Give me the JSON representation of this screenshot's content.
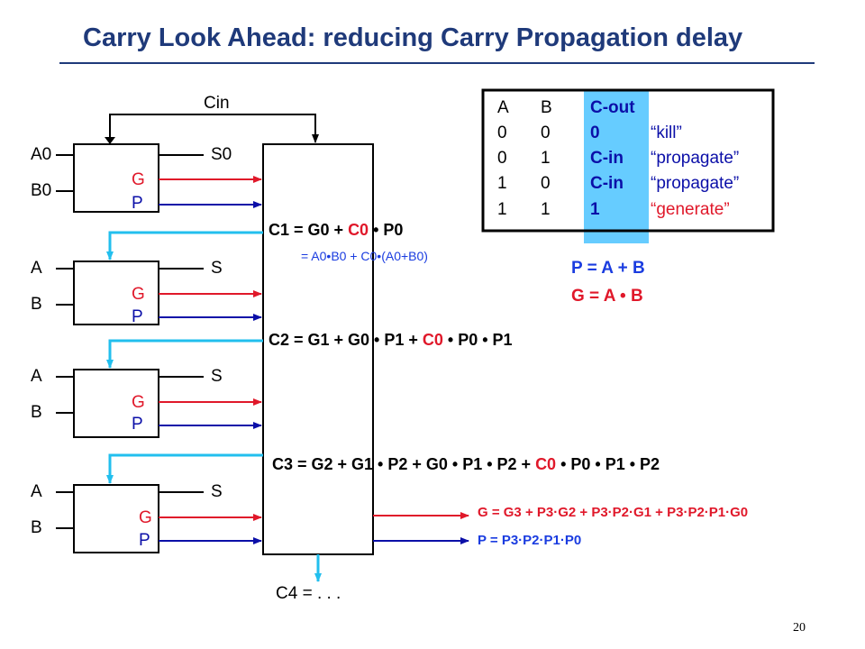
{
  "title": "Carry Look Ahead: reducing Carry Propagation delay",
  "labels": {
    "cin": "Cin",
    "c4": "C4 = . . .",
    "page_number": "20"
  },
  "adder_cells": [
    {
      "a": "A0",
      "b": "B0",
      "s": "S0",
      "g": "G",
      "p": "P"
    },
    {
      "a": "A",
      "b": "B",
      "s": "S",
      "g": "G",
      "p": "P"
    },
    {
      "a": "A",
      "b": "B",
      "s": "S",
      "g": "G",
      "p": "P"
    },
    {
      "a": "A",
      "b": "B",
      "s": "S",
      "g": "G",
      "p": "P"
    }
  ],
  "equations": {
    "c1": {
      "pre": "C1 = G0 + ",
      "red": "C0",
      "post": " • P0"
    },
    "c1_expand": "= A0•B0 + C0•(A0+B0)",
    "c2": {
      "pre": "C2 = G1 + G0 • P1 + ",
      "red": "C0",
      "post": " • P0 • P1"
    },
    "c3": {
      "pre": "C3 = G2 + G1 • P2 + G0 • P1 • P2 + ",
      "red": "C0",
      "post": " • P0 • P1 • P2"
    },
    "p_def": "P = A + B",
    "g_def": "G = A • B",
    "g_group": "G = G3 + P3·G2 + P3·P2·G1 + P3·P2·P1·G0",
    "p_group": "P = P3·P2·P1·P0"
  },
  "truth_table": {
    "headers": [
      "A",
      "B",
      "C-out"
    ],
    "rows": [
      {
        "a": "0",
        "b": "0",
        "cout": "0",
        "note": "“kill”"
      },
      {
        "a": "0",
        "b": "1",
        "cout": "C-in",
        "note": "“propagate”"
      },
      {
        "a": "1",
        "b": "0",
        "cout": "C-in",
        "note": "“propagate”"
      },
      {
        "a": "1",
        "b": "1",
        "cout": "1",
        "note": "“generate”"
      }
    ],
    "highlight_color": "#66ccff"
  },
  "colors": {
    "title": "#1f3a7a",
    "generate": "#e0182a",
    "propagate": "#0b0fa8",
    "carry": "#22bfee"
  }
}
